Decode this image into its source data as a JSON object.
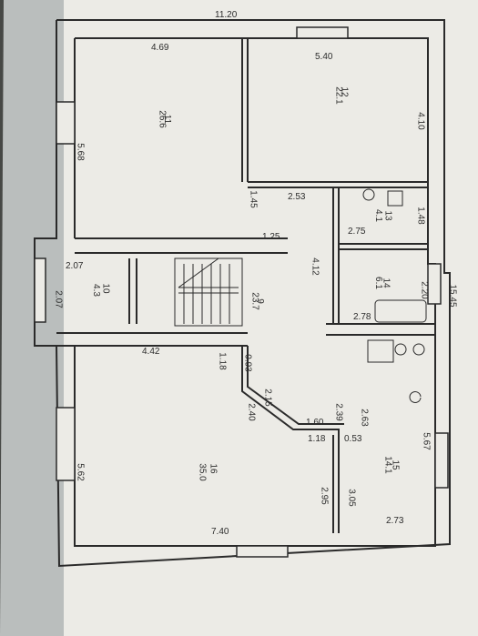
{
  "plan": {
    "overall": {
      "width": "11.20",
      "depth": "15.45"
    },
    "rooms": [
      {
        "number": "11",
        "area": "26.6",
        "dims": [
          "4.69",
          "5.68"
        ]
      },
      {
        "number": "12",
        "area": "22.1",
        "dims": [
          "5.40",
          "4.10"
        ]
      },
      {
        "number": "13",
        "area": "4.1",
        "dims": [
          "2.75",
          "1.48",
          "1.45",
          "2.53"
        ]
      },
      {
        "number": "14",
        "area": "6.1",
        "dims": [
          "2.78",
          "2.20"
        ]
      },
      {
        "number": "9",
        "area": "23.7",
        "dims": [
          "1.25",
          "4.12",
          "1.18",
          "0.93",
          "2.15",
          "2.40",
          "1.60",
          "2.39",
          "2.63"
        ]
      },
      {
        "number": "10",
        "area": "4.3",
        "dims": [
          "2.07",
          "2.07"
        ]
      },
      {
        "number": "16",
        "area": "35.0",
        "dims": [
          "4.42",
          "5.62",
          "7.40",
          "1.18",
          "2.95"
        ]
      },
      {
        "number": "15",
        "area": "14.1",
        "dims": [
          "0.53",
          "3.05",
          "5.67",
          "2.73"
        ]
      }
    ],
    "colors": {
      "paper": "#ecebe6",
      "ink": "#2a2a2a",
      "table": "#3a3630",
      "shadow": "#5d6a6e"
    }
  }
}
